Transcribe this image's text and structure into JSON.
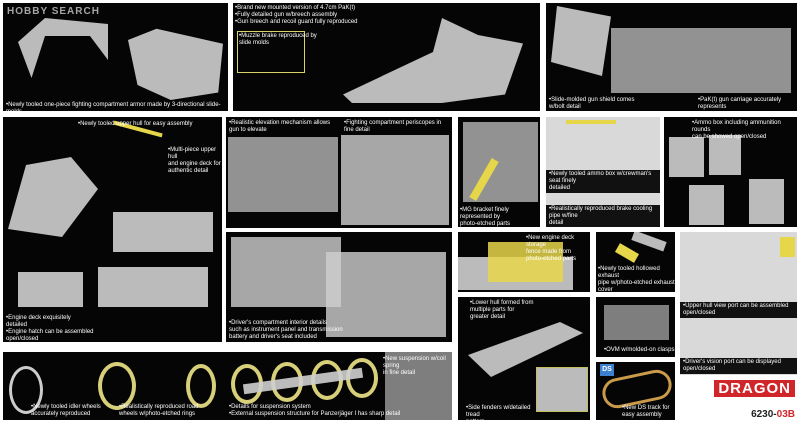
{
  "watermark": "HOBBY SEARCH",
  "captions": {
    "armor": "•Newly tooled one-piece fighting compartment armor made by 3-directional slide-molds",
    "gun_features": "•Brand new mounted version of 4.7cm PaK(t)\n•Fully detailed gun w/breech assembly\n•Gun breech and recoil guard fully reproduced",
    "muzzle": "•Muzzle brake reproduced by\nslide molds",
    "shield": "•Slide-molded gun shield comes\nw/bolt detail",
    "carriage": "•PaK(t) gun carriage accurately represents\nthe real one",
    "upper_hull": "•Newly tooled upper hull for easy assembly",
    "multi_piece": "•Multi-piece upper hull\nand engine deck for\nauthentic detail",
    "engine_deck": "•Engine deck exquisitely\ndetailed\n•Engine hatch can be assembled\nopen/closed",
    "elevation": "•Realistic elevation mechanism allows\ngun to elevate",
    "periscopes": "•Fighting compartment periscopes in fine detail",
    "driver": "•Driver's compartment interior details\nsuch as instrument panel and transmission\nbattery and driver's seat included",
    "mg_bracket": "•MG bracket finely represented by\nphoto-etched parts",
    "ammo_seat": "•Newly tooled ammo box w/crewman's seat finely\ndetailed",
    "brake_pipe": "•Realistically reproduced brake cooling pipe w/fine\ndetail",
    "ammo_box": "•Ammo box including ammunition rounds\ncan be showed open/closed",
    "fence": "•New engine deck storage\nfence made from\nphoto-etched parts",
    "exhaust": "•Newly tooled hollowed exhaust\npipe w/photo-etched exhaust\ncover",
    "lower_hull": "•Lower hull formed from\nmultiple parts for\ngreater detail",
    "fenders": "•Side fenders w/detailed tread\npattern",
    "ovm": "•OVM w/molded-on clasps",
    "ds_track": "•New DS track for\neasy assembly",
    "view_port": "•Upper hull view port can be assembled open/closed",
    "vision_port": "•Driver's vision port can be displayed open/closed",
    "idler": "•Newly tooled idler wheels\naccurately reproduced",
    "road_wheels": "•Realistically reproduced road\nwheels w/photo-etched rings",
    "suspension": "•Details for suspension system\n•External suspension structure for Panzerjäger I has sharp detail",
    "coil": "•New suspension w/coil spring\nin fine detail"
  },
  "ds_badge": "DS",
  "brand": "DRAGON",
  "code_main": "6230-",
  "code_suffix": "03B"
}
